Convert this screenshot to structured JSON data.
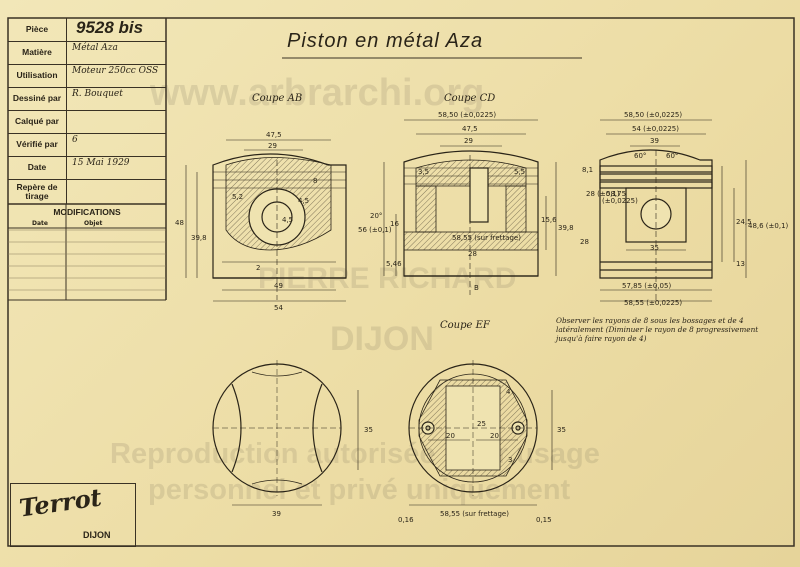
{
  "title_block": {
    "rows": [
      {
        "label": "Pièce",
        "value": "9528 bis"
      },
      {
        "label": "Matière",
        "value": "Métal Aza"
      },
      {
        "label": "Utilisation",
        "value": "Moteur 250cc OSS"
      },
      {
        "label": "Dessiné par",
        "value": "R. Bouquet"
      },
      {
        "label": "Calqué par",
        "value": ""
      },
      {
        "label": "Vérifié par",
        "value": "6"
      },
      {
        "label": "Date",
        "value": "15 Mai 1929"
      },
      {
        "label": "Repère de tirage",
        "value": ""
      }
    ],
    "modifications": "MODIFICATIONS",
    "col_date": "Date",
    "col_objet": "Objet"
  },
  "drawing_title": "Piston en métal Aza",
  "sections": {
    "ab": "Coupe AB",
    "cd": "Coupe CD",
    "ef": "Coupe EF"
  },
  "dims": {
    "ab_top": "47,5",
    "ab_29": "29",
    "ab_base": "49",
    "ab_54": "54",
    "ab_left1": "48",
    "ab_left2": "39,8",
    "ab_r1": "5,2",
    "ab_r2": "4,5",
    "ab_r3": "8",
    "ab_r4": "2",
    "ab_r5": "4,5",
    "cd_top": "58,50 (±0,0225)",
    "cd_475": "47,5",
    "cd_29": "29",
    "cd_585": "58,55 (sur frettage)",
    "cd_28": "28",
    "cd_B": "B",
    "cd_56": "56 (±0,1)",
    "cd_20": "20°",
    "cd_16": "16",
    "cd_546": "5,46",
    "cd_15": "15,6",
    "cd_398": "39,8",
    "cd_35": "3,5",
    "cd_55": "5,5",
    "r_top": "58,50 (±0,0225)",
    "r_54": "54 (±0,0225)",
    "r_39": "39",
    "r_60a": "60°",
    "r_60b": "60°",
    "r_5875": "58,75",
    "r_5875b": "(±0,0225)",
    "r_35": "35",
    "r_5785": "57,85 (±0,05)",
    "r_5855": "58,55 (±0,0225)",
    "r_486": "48,6 (±0,1)",
    "r_245": "24,5",
    "r_13": "13",
    "r_28": "28",
    "r_81": "8,1",
    "r_28b": "28 (±0,1)",
    "e_35": "35",
    "e_39": "39",
    "f_35": "35",
    "f_20a": "20",
    "f_25": "25",
    "f_20b": "20",
    "f_4": "4",
    "f_3": "3",
    "f_5855": "58,55 (sur frettage)",
    "f_016": "0,16",
    "f_015": "0,15"
  },
  "note": "Observer les rayons de 8 sous les bossages et de 4 latéralement (Diminuer le rayon de 8 progressivement jusqu'à faire rayon de 4)",
  "watermarks": {
    "url": "www.arbrarchi.org",
    "mid": "PIERRE RICHARD",
    "city": "DIJON",
    "repro1": "Reproduction autorisée pour usage",
    "repro2": "personnel et privé uniquement"
  },
  "logo": {
    "brand": "Terrot",
    "city": "DIJON"
  },
  "colors": {
    "paper": "#efe3b0",
    "ink": "#2a2418"
  }
}
